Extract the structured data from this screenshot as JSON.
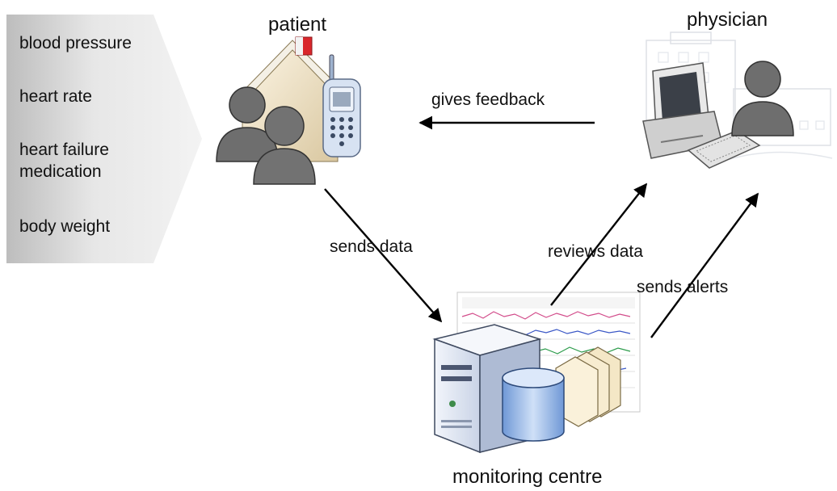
{
  "measurements": {
    "items": [
      "blood pressure",
      "heart rate",
      "heart failure medication",
      "body weight"
    ],
    "items_display": [
      [
        "blood pressure"
      ],
      [
        "heart rate"
      ],
      [
        "heart failure",
        "medication"
      ],
      [
        "body weight"
      ]
    ]
  },
  "nodes": {
    "patient": {
      "label": "patient"
    },
    "physician": {
      "label": "physician"
    },
    "monitoring_centre": {
      "label": "monitoring centre"
    }
  },
  "edges": {
    "gives_feedback": {
      "label": "gives feedback",
      "from": "physician",
      "to": "patient"
    },
    "sends_data": {
      "label": "sends data",
      "from": "patient",
      "to": "monitoring_centre"
    },
    "reviews_data": {
      "label": "reviews data",
      "from": "monitoring_centre",
      "to": "physician"
    },
    "sends_alerts": {
      "label": "sends alerts",
      "from": "monitoring_centre",
      "to": "physician"
    }
  },
  "icons": {
    "patient": [
      "house-icon",
      "person-icon",
      "mobile-phone-icon"
    ],
    "physician": [
      "computer-icon",
      "keyboard-icon",
      "person-icon",
      "hospital-building-icon"
    ],
    "monitoring_centre": [
      "server-icon",
      "database-icon",
      "chart-screen-icon",
      "file-folders-icon"
    ]
  },
  "colors": {
    "person": "#6b6b6b",
    "arrow": "#000000",
    "chevron_light": "#ececec",
    "chevron_dark": "#bdbdbd",
    "server": "#e6ecf6",
    "database": "#8fb3e6"
  }
}
